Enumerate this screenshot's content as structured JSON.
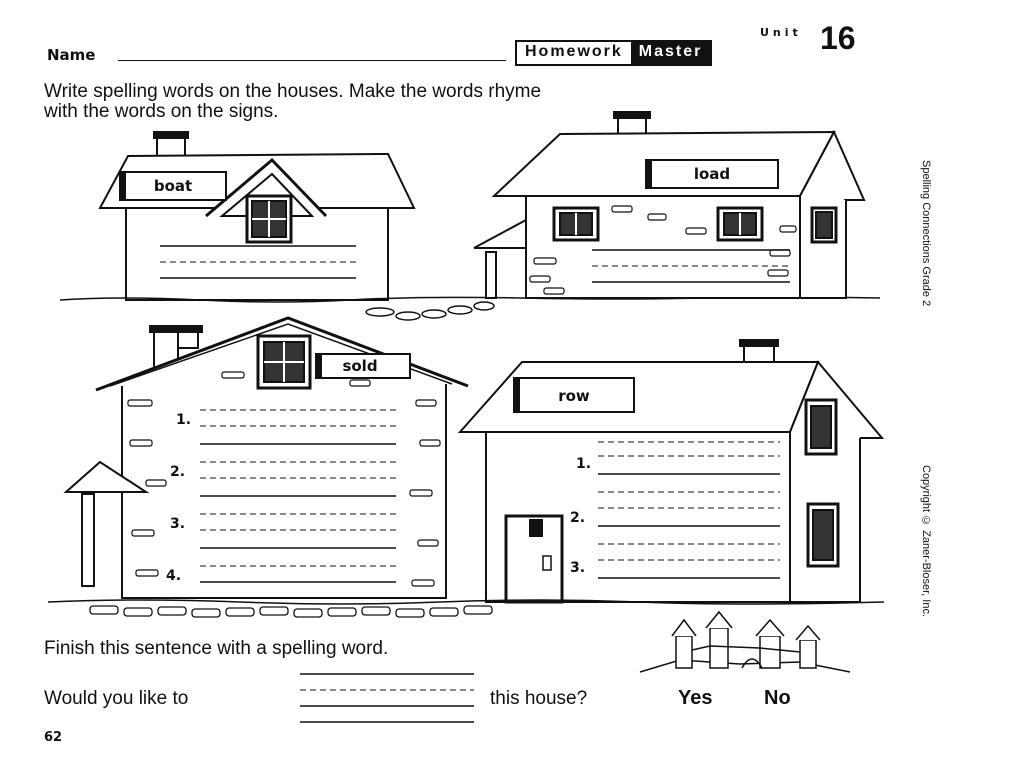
{
  "header": {
    "name_label": "Name",
    "homework": "Homework",
    "master": "Master",
    "unit_label": "Unit",
    "unit_number": "16"
  },
  "instructions": {
    "line1": "Write spelling words on the houses. Make the words rhyme",
    "line2": "with the words on the signs."
  },
  "side_text": {
    "series": "Spelling Connections Grade 2",
    "copyright": "Copyright © Zaner-Bloser, Inc."
  },
  "houses": {
    "boat": {
      "sign": "boat"
    },
    "load": {
      "sign": "load"
    },
    "sold": {
      "sign": "sold",
      "numbers": [
        "1.",
        "2.",
        "3.",
        "4."
      ]
    },
    "row": {
      "sign": "row",
      "numbers": [
        "1.",
        "2.",
        "3."
      ]
    }
  },
  "sentence": {
    "instruction": "Finish this sentence with a spelling word.",
    "prefix": "Would you like to",
    "suffix": "this house?",
    "yes": "Yes",
    "no": "No"
  },
  "footer": {
    "page_number": "62"
  }
}
